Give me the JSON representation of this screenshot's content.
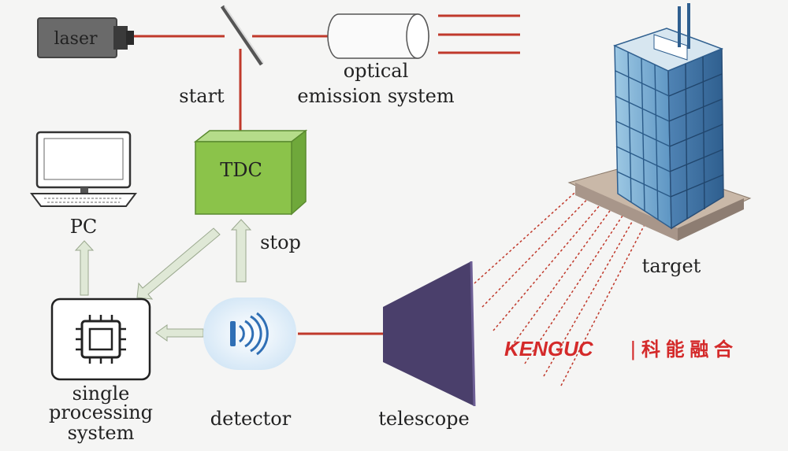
{
  "labels": {
    "laser": "laser",
    "optical_line1": "optical",
    "optical_line2": "emission system",
    "start": "start",
    "tdc": "TDC",
    "stop": "stop",
    "pc": "PC",
    "single_line1": "single",
    "single_line2": "processing",
    "single_line3": "system",
    "detector": "detector",
    "telescope": "telescope",
    "target": "target"
  },
  "watermark": {
    "brand": "KENGUC",
    "separator": "|",
    "cn": "科 能 融 合"
  },
  "colors": {
    "laser_beam": "#c0392b",
    "tdc_green": "#8bc34a",
    "telescope_purple": "#4a3f6b",
    "flow_arrow": "#dfe8d6",
    "watermark_red": "#d42a2a"
  }
}
